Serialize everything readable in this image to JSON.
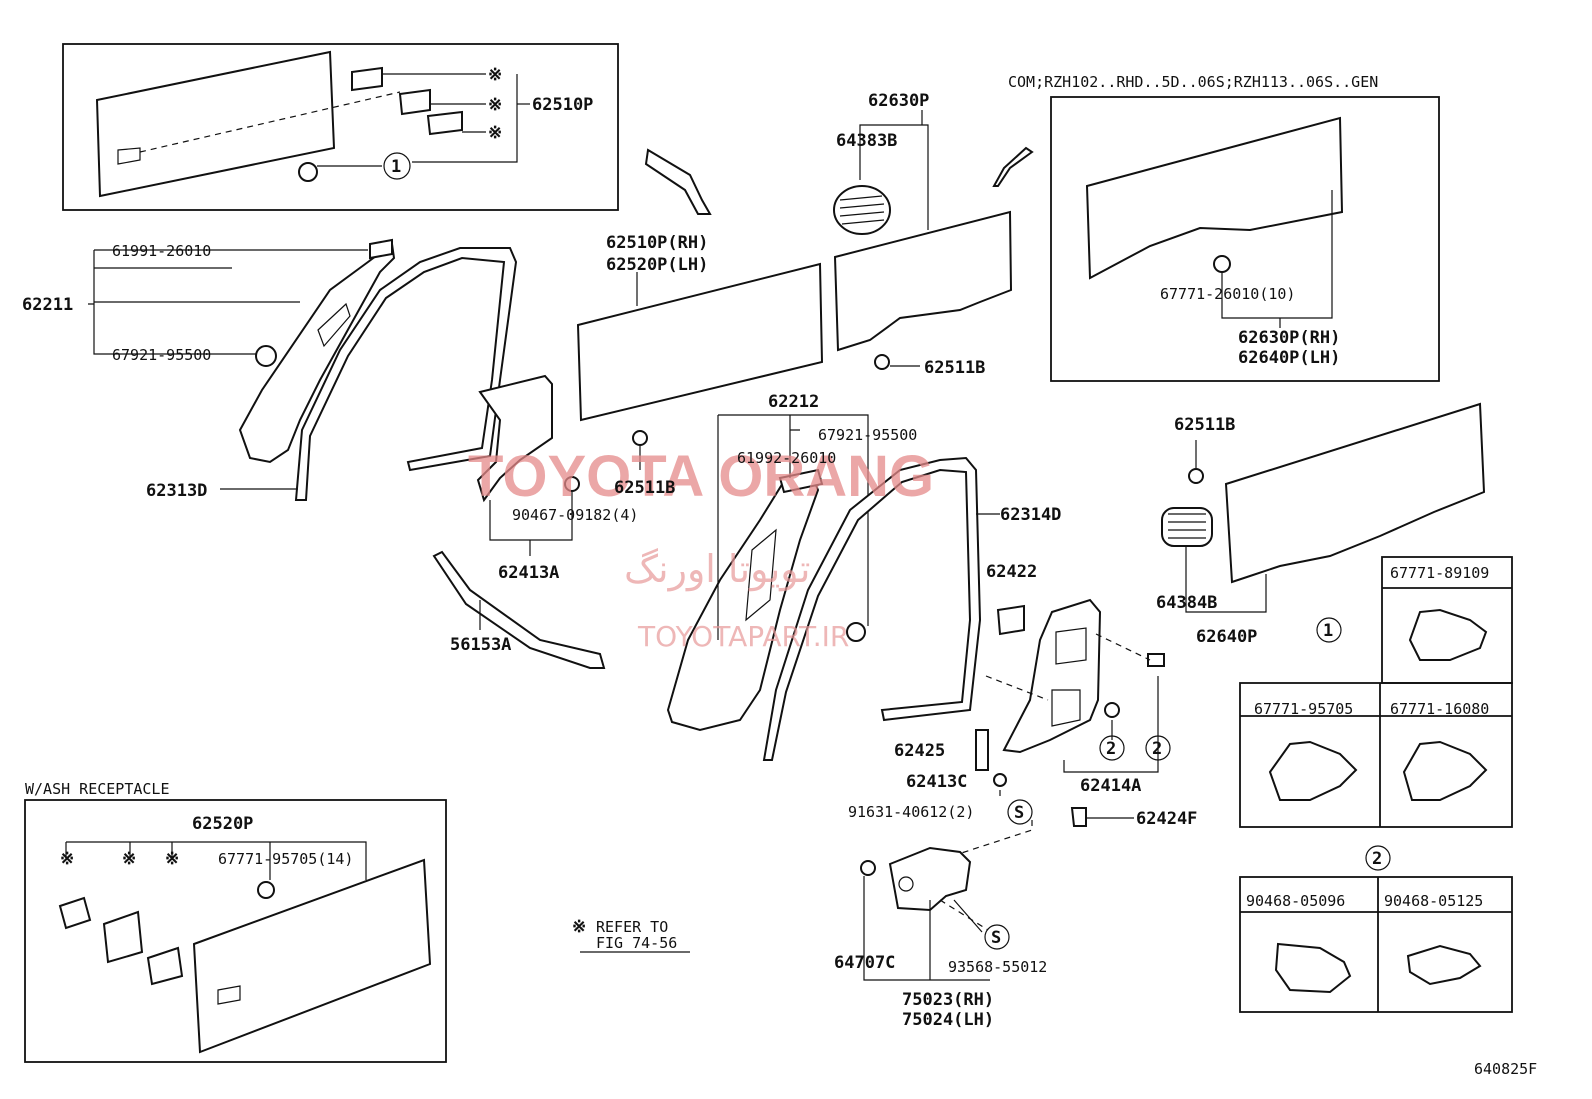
{
  "labels": {
    "l62510p_top": "62510P",
    "l62630p": "62630P",
    "l64383b": "64383B",
    "lcom": "COM;RZH102..RHD..5D..06S;RZH113..06S..GEN",
    "l61991": "61991-26010",
    "l62211": "62211",
    "l67921a": "67921-95500",
    "l62313d": "62313D",
    "l62510prh": "62510P(RH)",
    "l62520plh": "62520P(LH)",
    "l62511b_a": "62511B",
    "l62511b_b": "62511B",
    "l62511b_c": "62511B",
    "l67771_26010": "67771-26010(10)",
    "l62630prh": "62630P(RH)",
    "l62640plh": "62640P(LH)",
    "l62212": "62212",
    "l67921b": "67921-95500",
    "l61992": "61992-26010",
    "l90467": "90467-09182(4)",
    "l62413a": "62413A",
    "l62314d": "62314D",
    "l56153a": "56153A",
    "l62422": "62422",
    "l64384b": "64384B",
    "l62640p": "62640P",
    "l62425": "62425",
    "l62413c": "62413C",
    "l62414a": "62414A",
    "l91631": "91631-40612(2)",
    "l62424f": "62424F",
    "l64707c": "64707C",
    "l93568": "93568-55012",
    "l75023": "75023(RH)",
    "l75024": "75024(LH)",
    "l_ash": "W/ASH RECEPTACLE",
    "l62520p_ash": "62520P",
    "l67771_95705_14": "67771-95705(14)",
    "l_refer": "REFER TO",
    "l_fig": "FIG 74-56",
    "l_code": "640825F"
  },
  "clip_table_1": {
    "marker": "1",
    "items": [
      "67771-89109",
      "67771-95705",
      "67771-16080"
    ]
  },
  "clip_table_2": {
    "marker": "2",
    "items": [
      "90468-05096",
      "90468-05125"
    ]
  },
  "markers": {
    "c1": "1",
    "c2a": "2",
    "c2b": "2",
    "s1": "S",
    "s2": "S",
    "ref": "※"
  },
  "watermark": {
    "main": "TOYOTA ORANG",
    "farsi": "تویوتا اورنگ",
    "site": "TOYOTAPART.IR"
  }
}
